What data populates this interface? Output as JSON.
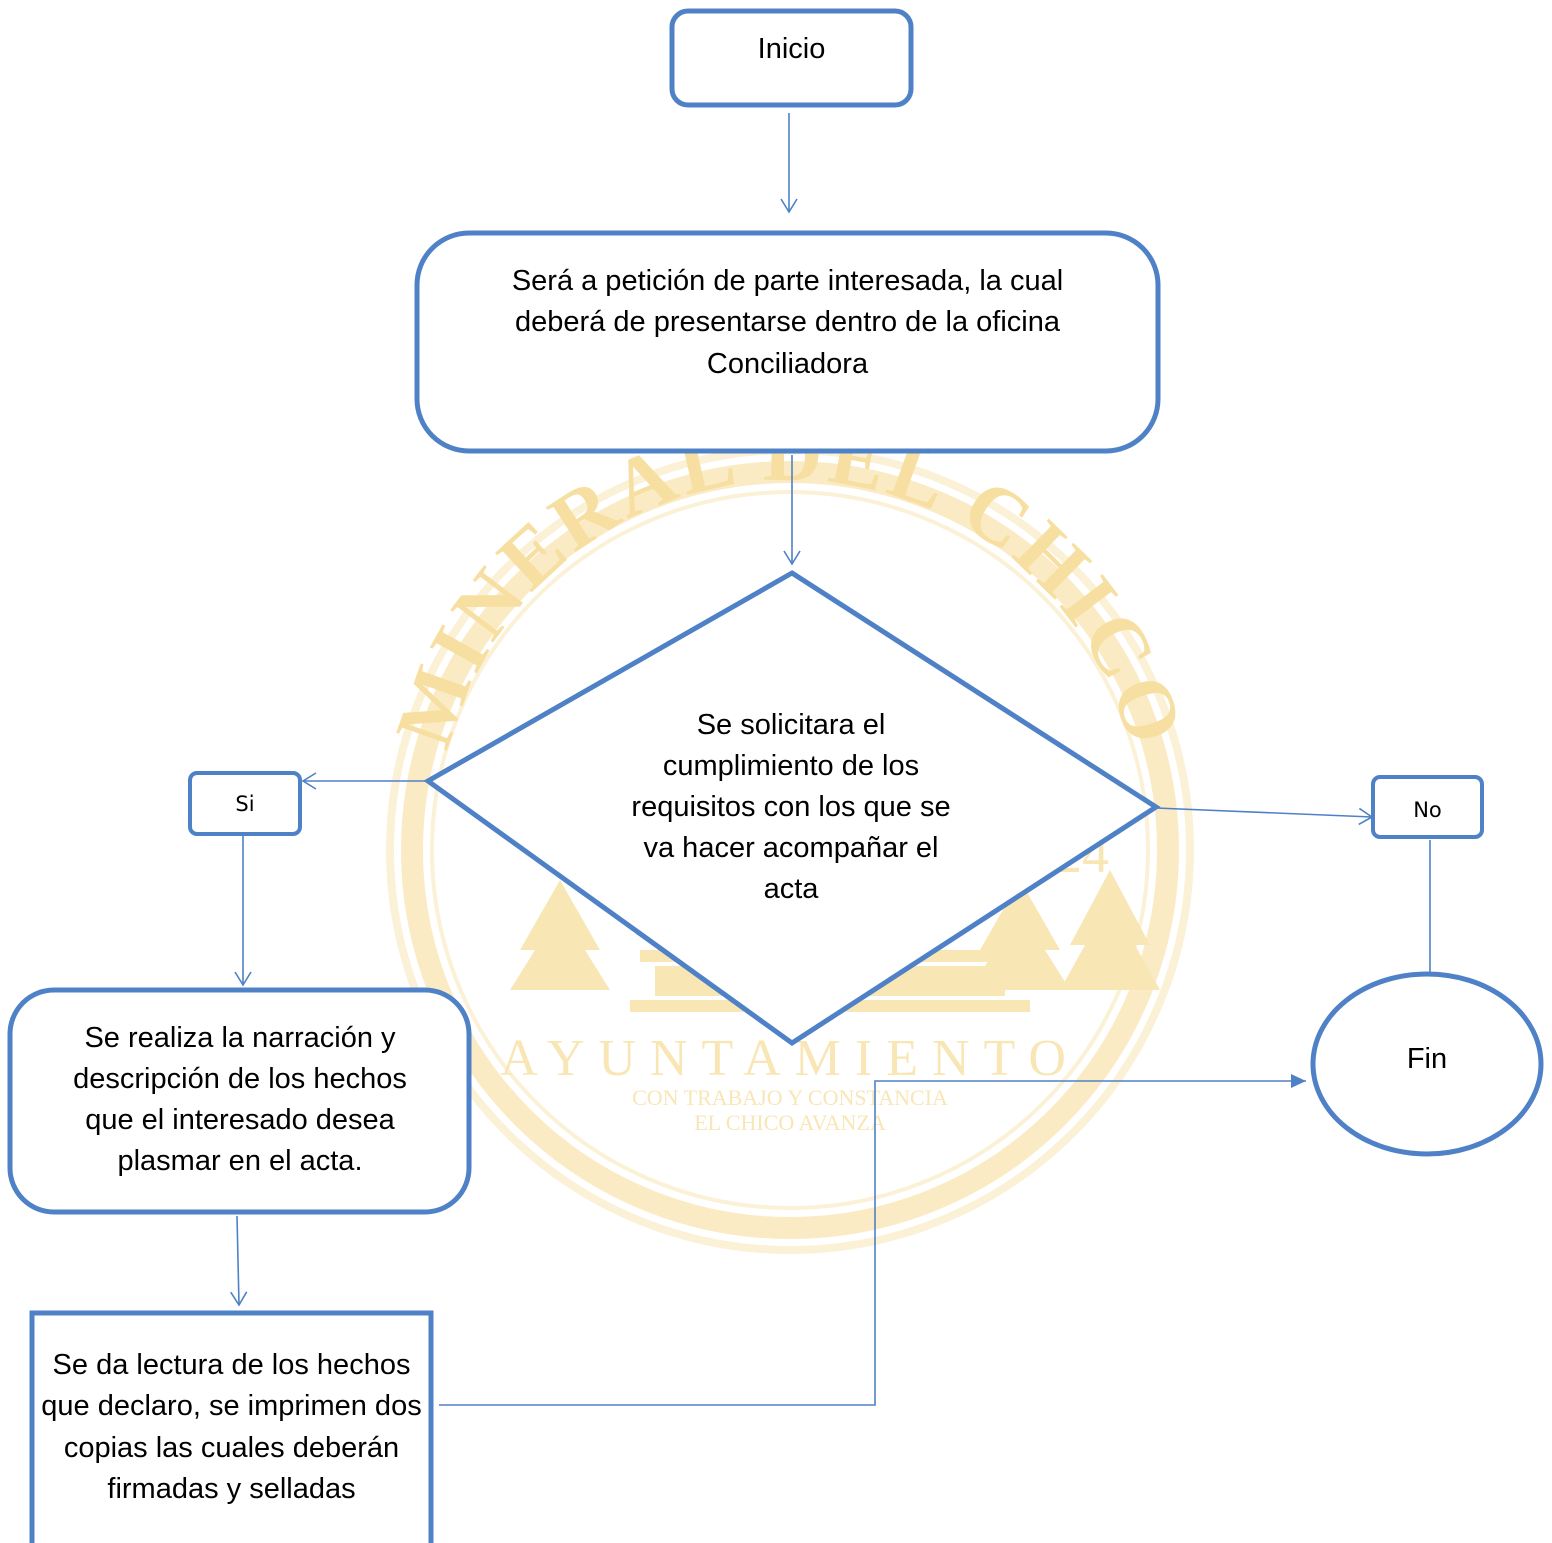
{
  "watermark": {
    "top_arc": "MINERAL DEL CHICO",
    "year": "1824",
    "bottom_line": "AYUNTAMIENTO",
    "motto_1": "CON TRABAJO Y CONSTANCIA",
    "motto_2": "EL CHICO AVANZA",
    "color": "#f4c653"
  },
  "colors": {
    "stroke": "#4f81c7",
    "fill": "#ffffff"
  },
  "nodes": {
    "start": "Inicio",
    "request": "Será a petición de parte interesada, la cual deberá de presentarse dentro de la oficina Conciliadora",
    "decision": "Se solicitara el cumplimiento de los requisitos con los que se va hacer acompañar el acta",
    "yes": "Si",
    "no": "No",
    "narration": "Se realiza la narración y descripción de los hechos que el interesado desea plasmar en el acta.",
    "reading": "Se da lectura de los hechos que declaro, se imprimen dos copias las cuales deberán firmadas y selladas",
    "end": "Fin"
  }
}
